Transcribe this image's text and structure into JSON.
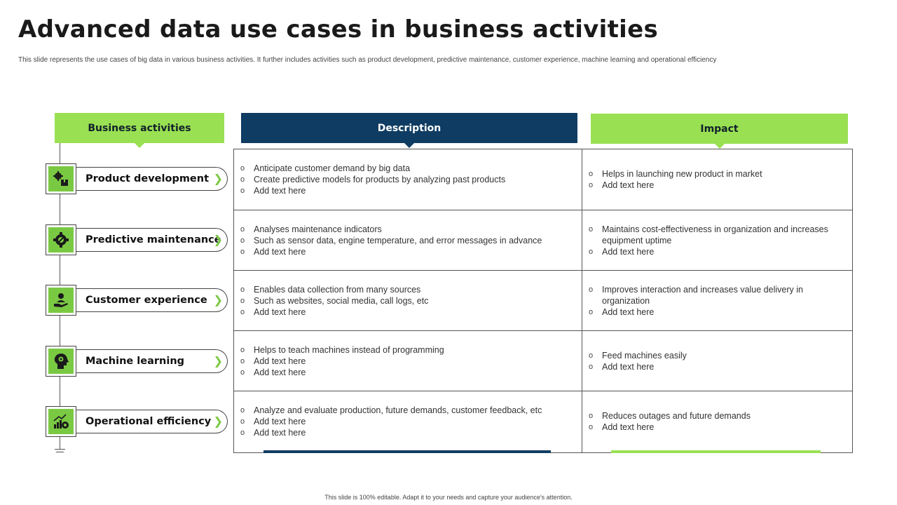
{
  "title": "Advanced data use cases in business activities",
  "subtitle": "This slide represents the use cases of big data in  various business activities. It further includes activities such as product development, predictive maintenance,  customer experience, machine learning and operational efficiency",
  "headers": {
    "activities": "Business activities",
    "description": "Description",
    "impact": "Impact"
  },
  "rows": [
    {
      "activity": "Product development",
      "icon": "gears-box-icon",
      "description": [
        "Anticipate customer demand  by big data",
        "Create predictive  models for products by analyzing past products",
        "Add text here"
      ],
      "impact": [
        "Helps in launching new product in market",
        "Add text here"
      ]
    },
    {
      "activity": "Predictive maintenance",
      "icon": "gear-wrench-icon",
      "description": [
        "Analyses maintenance indicators",
        "Such as sensor data, engine temperature,  and error messages in advance",
        "Add text here"
      ],
      "impact": [
        "Maintains cost-effectiveness  in organization and increases equipment uptime",
        "Add text here"
      ]
    },
    {
      "activity": "Customer experience",
      "icon": "hand-person-icon",
      "description": [
        "Enables data collection from many sources",
        "Such as websites, social media,  call logs, etc",
        "Add text here"
      ],
      "impact": [
        "Improves  interaction and increases value  delivery  in organization",
        "Add text here"
      ]
    },
    {
      "activity": "Machine learning",
      "icon": "head-gear-icon",
      "description": [
        "Helps to teach machines instead of programming",
        "Add text here",
        "Add text here"
      ],
      "impact": [
        "Feed machines easily",
        "Add text here"
      ]
    },
    {
      "activity": "Operational efficiency",
      "icon": "chart-gear-icon",
      "description": [
        "Analyze and evaluate  production, future demands,  customer feedback, etc",
        "Add text here",
        "Add text here"
      ],
      "impact": [
        "Reduces outages and future demands",
        "Add text here"
      ]
    }
  ],
  "bullet_glyph": "o",
  "chevron_glyph": "❯",
  "footer": "This slide is 100% editable. Adapt it to your needs and capture your audience's attention.",
  "colors": {
    "accent_green": "#9ae053",
    "icon_green": "#7ac943",
    "navy": "#0f3c63"
  }
}
